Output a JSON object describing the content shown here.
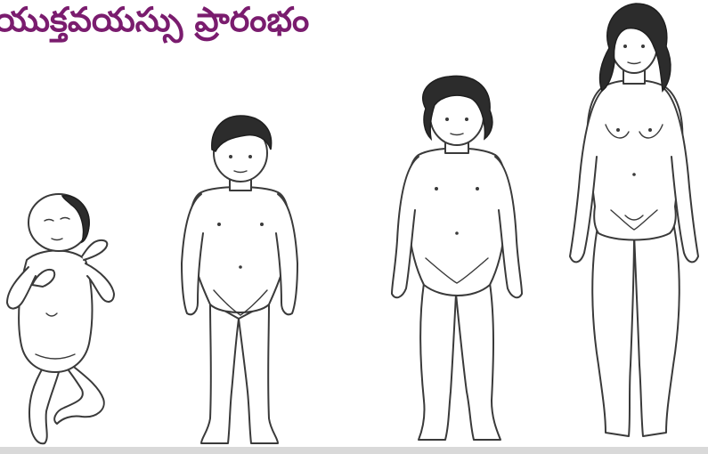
{
  "title": "యుక్తవయస్సు ప్రారంభం",
  "figures": [
    {
      "icon": "baby-figure"
    },
    {
      "icon": "young-child-figure"
    },
    {
      "icon": "older-child-figure"
    },
    {
      "icon": "adult-woman-figure"
    }
  ],
  "colors": {
    "title": "#7a1c6e",
    "line": "#3a3a3a",
    "hair": "#2c2c2c",
    "background": "#ffffff",
    "ground": "#d9d9d9"
  }
}
